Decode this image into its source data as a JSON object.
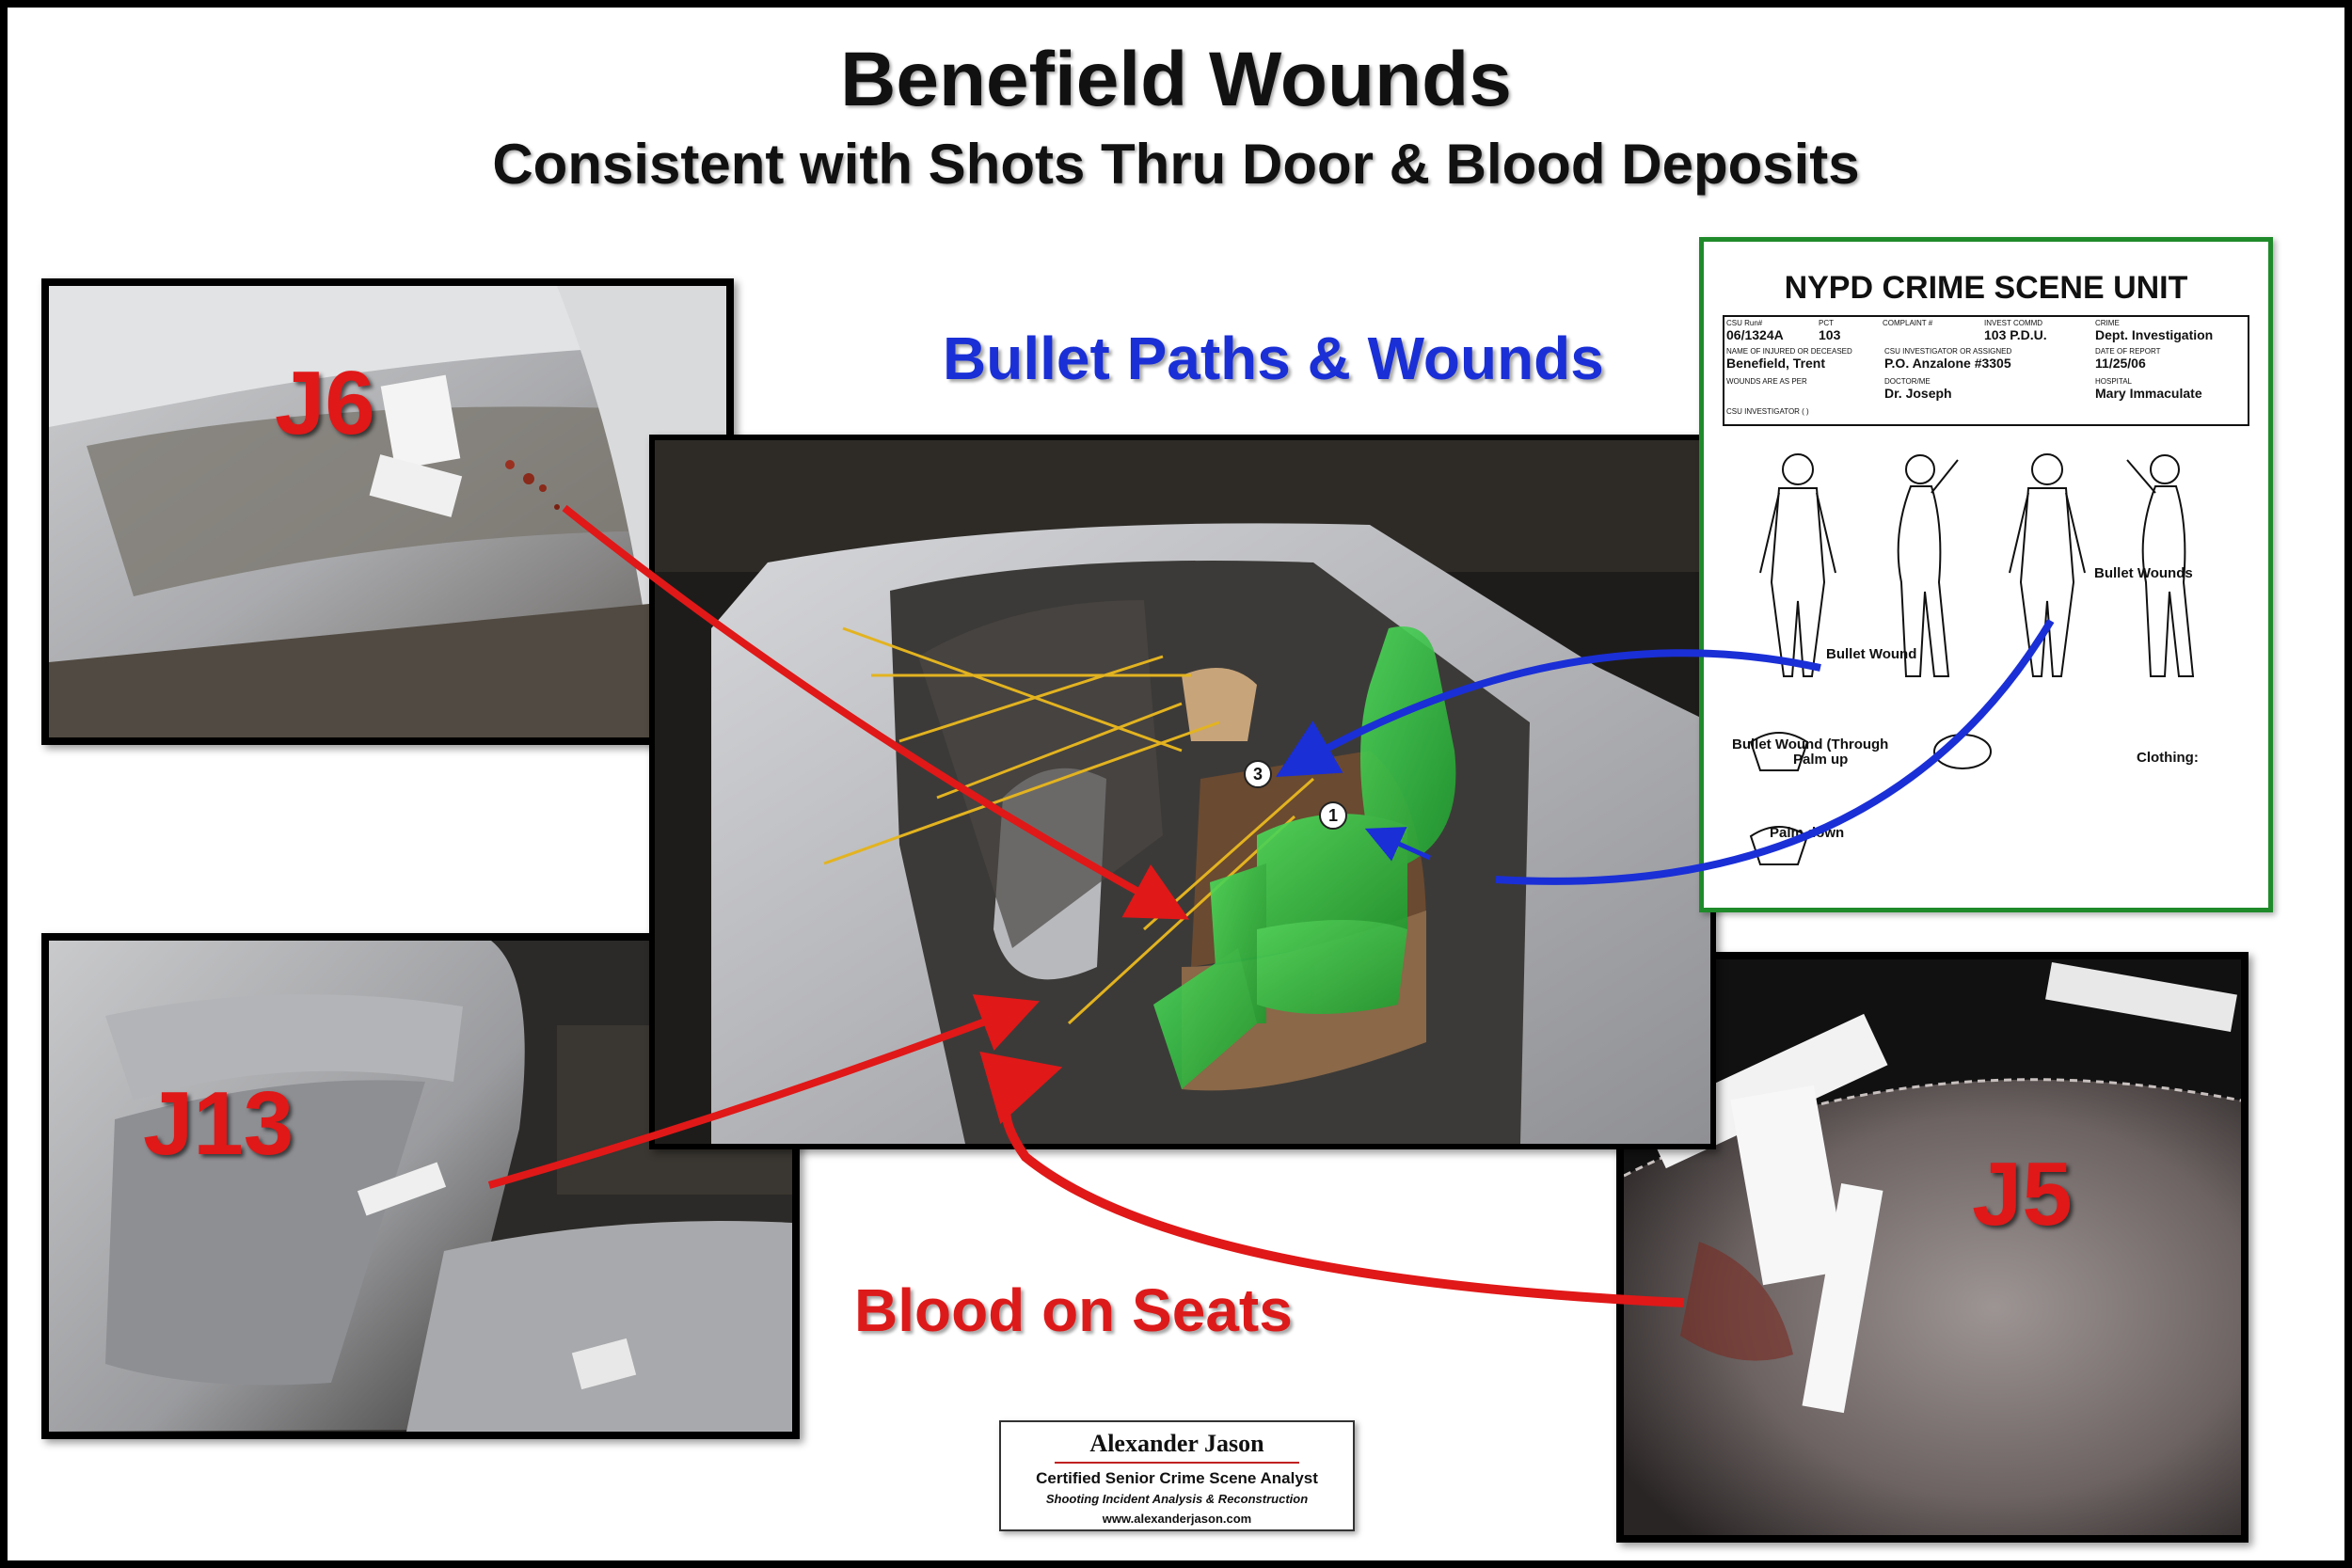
{
  "title": "Benefield Wounds",
  "subtitle": "Consistent with Shots Thru Door & Blood Deposits",
  "headings": {
    "bullet_paths": "Bullet Paths & Wounds",
    "blood": "Blood on Seats"
  },
  "photos": {
    "j6": "J6",
    "j13": "J13",
    "j5": "J5"
  },
  "markers": [
    "3",
    "1"
  ],
  "form": {
    "title": "NYPD CRIME SCENE UNIT",
    "row1": [
      {
        "label": "CSU Run#",
        "value": "06/1324A"
      },
      {
        "label": "PCT",
        "value": "103"
      },
      {
        "label": "COMPLAINT #",
        "value": ""
      },
      {
        "label": "INVEST COMMD",
        "value": "103 P.D.U."
      },
      {
        "label": "CRIME",
        "value": "Dept. Investigation"
      }
    ],
    "row2": [
      {
        "label": "NAME OF INJURED OR DECEASED",
        "value": "Benefield, Trent"
      },
      {
        "label": "CSU INVESTIGATOR OR ASSIGNED",
        "value": "P.O. Anzalone #3305"
      },
      {
        "label": "DATE OF REPORT",
        "value": "11/25/06"
      }
    ],
    "row3": [
      {
        "label": "WOUNDS ARE AS PER",
        "value": ""
      },
      {
        "label": "DOCTOR/ME",
        "value": "Dr. Joseph"
      },
      {
        "label": "HOSPITAL",
        "value": "Mary Immaculate"
      }
    ],
    "row4_label": "CSU INVESTIGATOR ( )",
    "notes": {
      "bullet_wound": "Bullet Wound",
      "bullet_wounds": "Bullet Wounds",
      "bullet_wound_through": "Bullet Wound (Through",
      "palm_up": "Palm up",
      "palm_down": "Palm down",
      "clothing": "Clothing:"
    }
  },
  "badge": {
    "name": "Alexander Jason",
    "role": "Certified Senior Crime Scene Analyst",
    "specialty": "Shooting Incident  Analysis & Reconstruction",
    "website": "www.alexanderjason.com"
  },
  "colors": {
    "blood_arrow": "#e01818",
    "wound_arrow": "#1a2fd6",
    "form_border": "#1f8a2a",
    "figure": "#3bc24a"
  }
}
